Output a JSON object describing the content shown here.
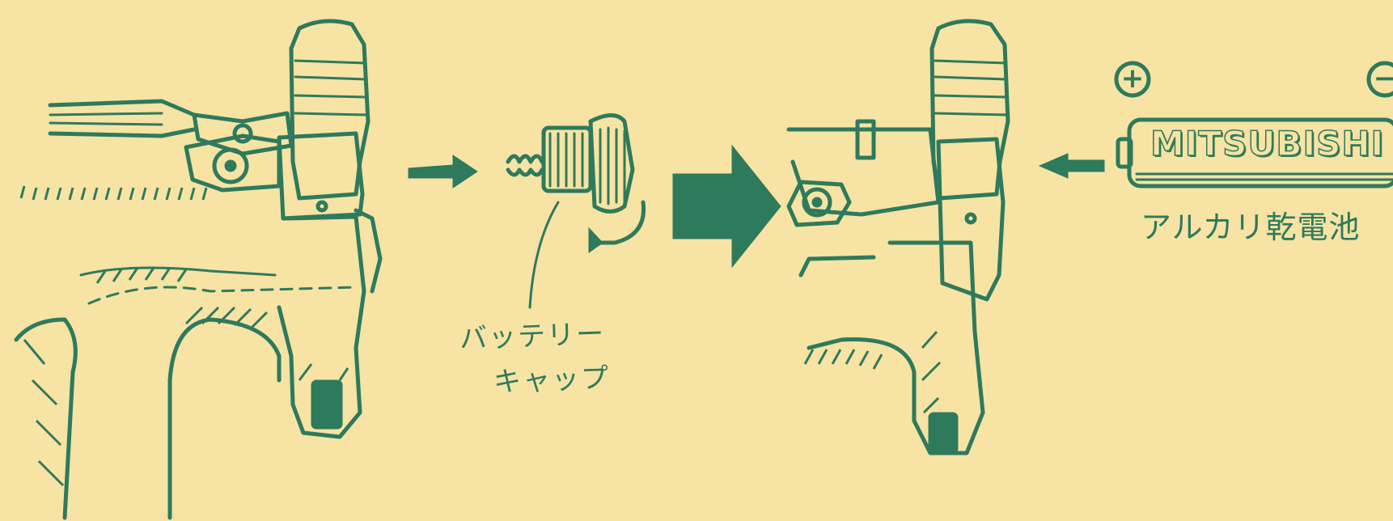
{
  "labels": {
    "battery_cap_line1": "バッテリー",
    "battery_cap_line2": "キャップ",
    "battery_type": "アルカリ乾電池",
    "battery_brand": "MITSUBISHI",
    "plus_sign": "+",
    "minus_sign": "−"
  },
  "colors": {
    "background": "#f7e3a4",
    "ink": "#2e7a5c"
  },
  "icons": [
    "arrow-right-icon",
    "big-arrow-right-icon",
    "arrow-left-icon",
    "rotate-arrow-icon"
  ]
}
